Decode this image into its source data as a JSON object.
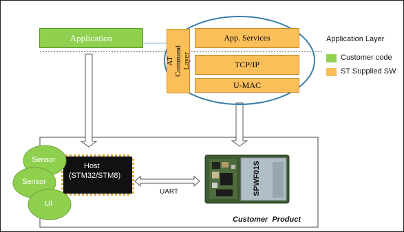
{
  "layers": {
    "application": "Application",
    "at_command_layer": "AT Command Layer",
    "app_services": "App. Services",
    "tcp_ip": "TCP/IP",
    "u_mac": "U-MAC"
  },
  "legend": {
    "application_layer": "Application Layer",
    "items": [
      {
        "label": "Customer code",
        "color": "#8fd14f"
      },
      {
        "label": "ST Supplied SW",
        "color": "#fbbf5a"
      }
    ]
  },
  "hardware": {
    "sensor_1": "Sensor",
    "sensor_2": "Sensor",
    "ui": "UI",
    "host_line1": "Host",
    "host_line2": "(STM32/STM8)",
    "uart": "UART",
    "module_label": "SPWF01S",
    "customer_product": "Customer  Product"
  },
  "colors": {
    "customer_code": "#8fd14f",
    "st_supplied": "#fbbf5a",
    "ellipse_stroke": "#3a7fa8",
    "chip": "#111111",
    "sensor": "#8fd14f"
  }
}
